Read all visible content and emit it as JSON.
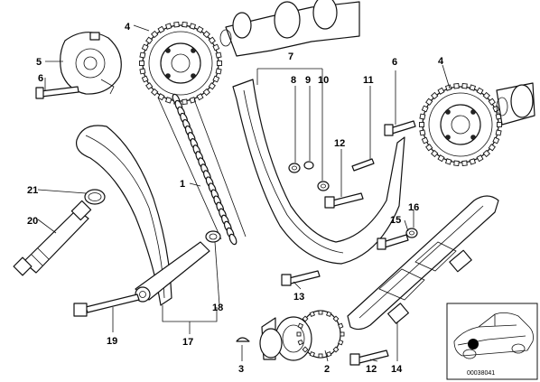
{
  "callouts": {
    "c1": "1",
    "c2": "2",
    "c3": "3",
    "c4a": "4",
    "c4b": "4",
    "c5": "5",
    "c6a": "6",
    "c6b": "6",
    "c7": "7",
    "c8": "8",
    "c9": "9",
    "c10": "10",
    "c11": "11",
    "c12a": "12",
    "c12b": "12",
    "c13": "13",
    "c14": "14",
    "c15": "15",
    "c16": "16",
    "c17": "17",
    "c18": "18",
    "c19": "19",
    "c20": "20",
    "c21": "21"
  },
  "inset": {
    "diagram_id": "00038041"
  }
}
